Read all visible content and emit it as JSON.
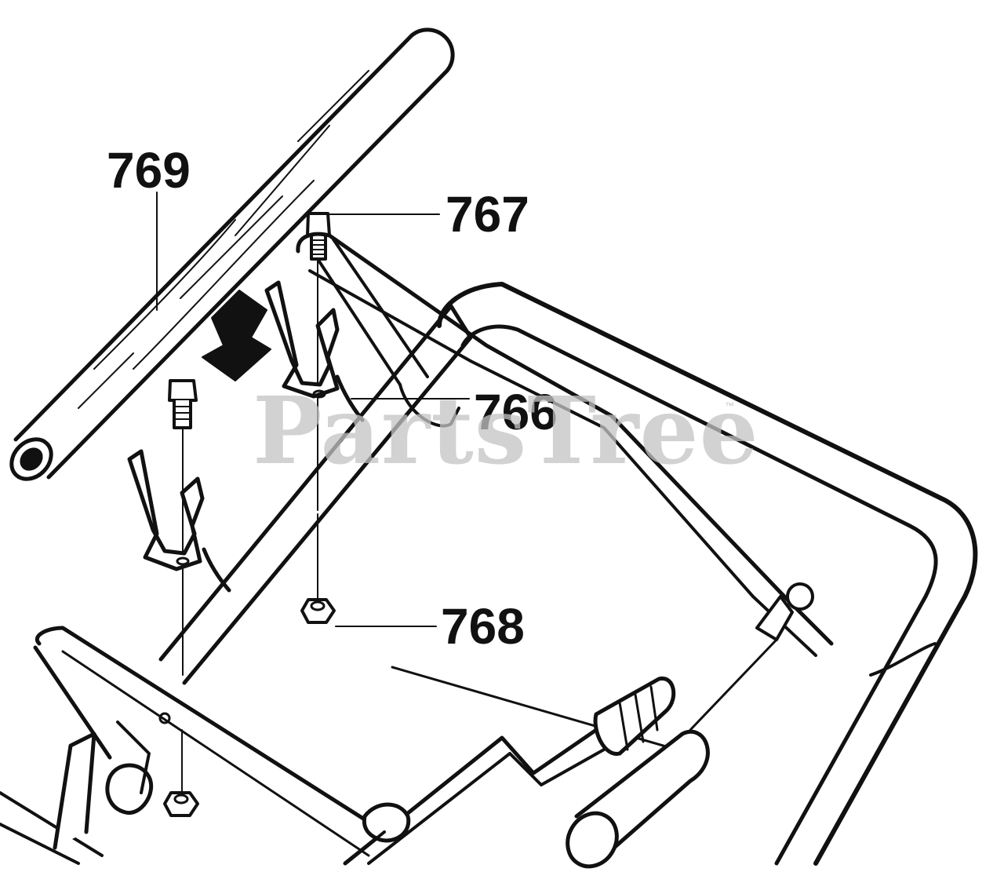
{
  "callouts": {
    "part_769": "769",
    "part_767": "767",
    "part_766": "766",
    "part_768": "768"
  },
  "watermark": {
    "text": "PartsTree",
    "trademark": "™"
  },
  "colors": {
    "line": "#111111",
    "watermark": "#c4c4c4",
    "background": "#ffffff"
  }
}
